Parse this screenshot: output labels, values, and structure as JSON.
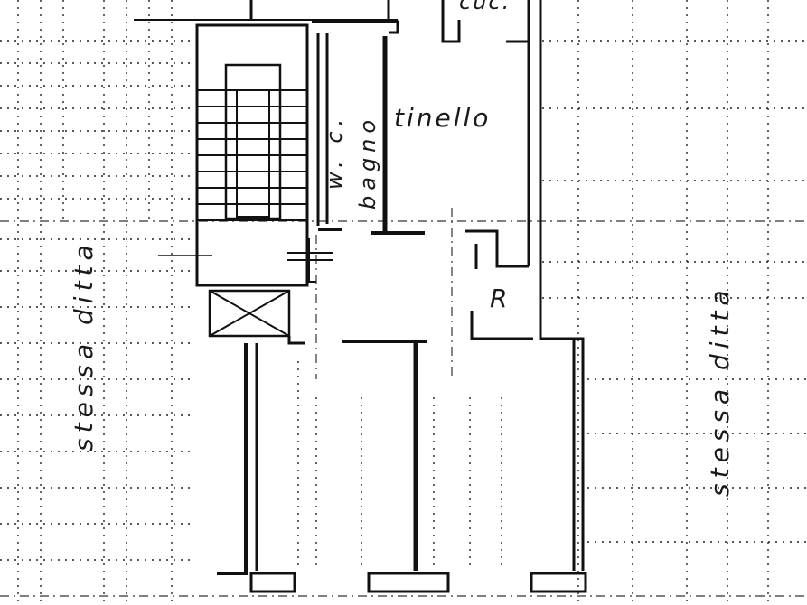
{
  "plan": {
    "left_property_label": "stessa ditta",
    "right_property_label": "stessa ditta",
    "room_wc": "w. c.",
    "room_bathroom": "bagno",
    "room_dining": "tinello",
    "room_kitchen_cut": "cuc.",
    "closet_mark": "R"
  },
  "colors": {
    "ink": "#111111",
    "paper": "#ffffff"
  }
}
